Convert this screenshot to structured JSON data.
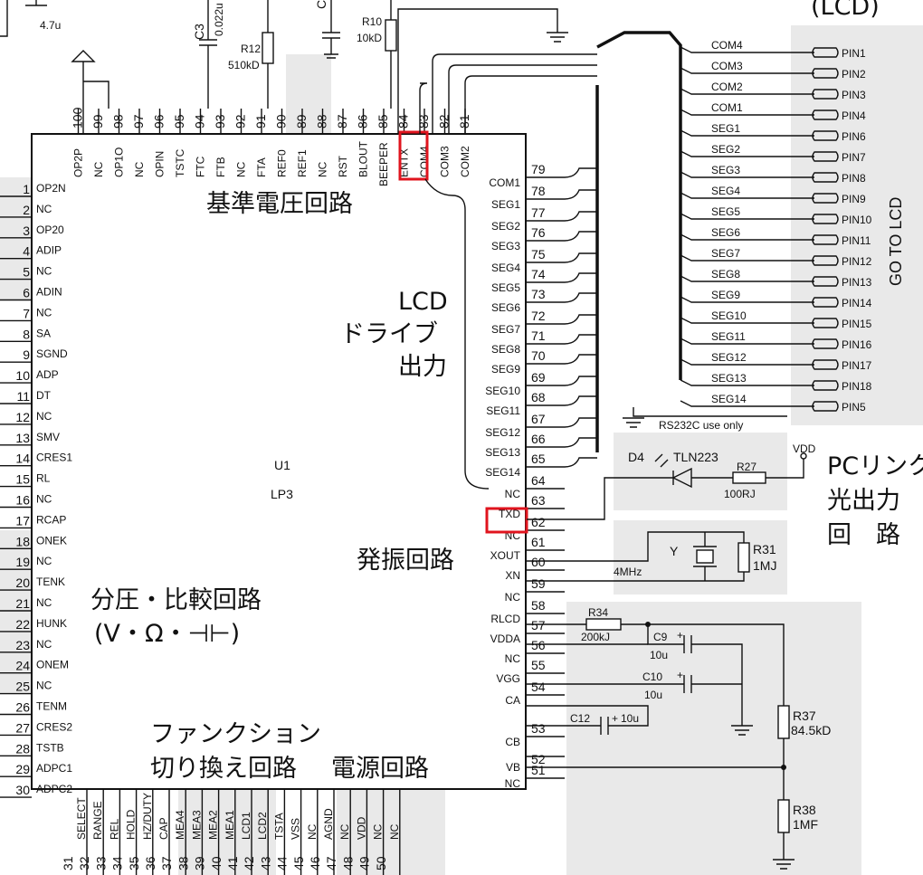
{
  "chip": {
    "ref": "U1",
    "part": "LP3"
  },
  "pins_left": [
    "OP2N",
    "NC",
    "OP20",
    "ADIP",
    "NC",
    "ADIN",
    "NC",
    "SA",
    "SGND",
    "ADP",
    "DT",
    "NC",
    "SMV",
    "CRES1",
    "RL",
    "NC",
    "RCAP",
    "ONEK",
    "NC",
    "TENK",
    "NC",
    "HUNK",
    "NC",
    "ONEM",
    "NC",
    "TENM",
    "CRES2",
    "TSTB",
    "ADPC1",
    "ADPC2"
  ],
  "pins_bottom": [
    "SELECT",
    "RANGE",
    "REL",
    "HOLD",
    "HZ/DUTY",
    "CAP",
    "MEA4",
    "MEA3",
    "MEA2",
    "MEA1",
    "LCD1",
    "LCD2",
    "TSTA",
    "VSS",
    "NC",
    "AGND",
    "NC",
    "VDD",
    "NC",
    "NC"
  ],
  "pins_right": [
    "NC",
    "CB",
    "CA",
    "VGG",
    "NC",
    "VDDA",
    "RLCD",
    "NC",
    "XN",
    "XOUT",
    "NC",
    "TXD",
    "NC",
    "SEG14",
    "SEG13",
    "SEG12",
    "SEG11",
    "SEG10",
    "SEG9",
    "SEG8",
    "SEG7",
    "SEG6",
    "SEG5",
    "SEG4",
    "SEG3",
    "SEG2",
    "SEG1",
    "COM1"
  ],
  "pins_right_vb": "VB",
  "pins_top": [
    "COM2",
    "COM3",
    "COM4",
    "ENTX",
    "BEEPER",
    "BLOUT",
    "RST",
    "NC",
    "REF1",
    "REF0",
    "FTA",
    "NC",
    "FTB",
    "FTC",
    "TSTC",
    "OPIN",
    "NC",
    "OP1O",
    "NC",
    "OP2P"
  ],
  "lcd_bus": [
    "COM4",
    "COM3",
    "COM2",
    "COM1",
    "SEG1",
    "SEG2",
    "SEG3",
    "SEG4",
    "SEG5",
    "SEG6",
    "SEG7",
    "SEG8",
    "SEG9",
    "SEG10",
    "SEG11",
    "SEG12",
    "SEG13",
    "SEG14"
  ],
  "lcd_pins": [
    "PIN1",
    "PIN2",
    "PIN3",
    "PIN4",
    "PIN6",
    "PIN7",
    "PIN8",
    "PIN9",
    "PIN10",
    "PIN11",
    "PIN12",
    "PIN13",
    "PIN14",
    "PIN15",
    "PIN16",
    "PIN17",
    "PIN18",
    "PIN5"
  ],
  "labels": {
    "lcd_top": "(LCD)",
    "go_to_lcd": "GO TO LCD",
    "rs232": "RS232C use only",
    "vdd": "VDD",
    "pc_link_1": "PCリンク",
    "pc_link_2": "光出力",
    "pc_link_3": "回　路",
    "ref_voltage": "基準電圧回路",
    "lcd_drive_1": "LCD",
    "lcd_drive_2": "ドライブ",
    "lcd_drive_3": "出力",
    "oscillator": "発振回路",
    "divider_1": "分圧・比較回路",
    "divider_2": "(V・Ω・⊣⊢)",
    "function_1": "ファンクション",
    "function_2": "切り換え回路",
    "power": "電源回路"
  },
  "components": {
    "c3": "C3",
    "c3_val": "0.022u",
    "cap_top": "4.7u",
    "r12": "R12",
    "r12_val": "510kD",
    "r10": "R10",
    "r10_val": "10kD",
    "c_top": "C",
    "d4": "D4",
    "tln": "TLN223",
    "r27": "R27",
    "r27_val": "100RJ",
    "xtal": "Y",
    "freq": "4MHz",
    "r31": "R31",
    "r31_val": "1MJ",
    "r34": "R34",
    "r34_val": "200kJ",
    "c9": "C9",
    "c9_val": "10u",
    "c10": "C10",
    "c10_val": "10u",
    "c12": "C12",
    "c12_val": "10u",
    "r37": "R37",
    "r37_val": "84.5kD",
    "r38": "R38",
    "r38_val": "1MF",
    "plus": "+"
  },
  "highlight_color": "#e0141e"
}
